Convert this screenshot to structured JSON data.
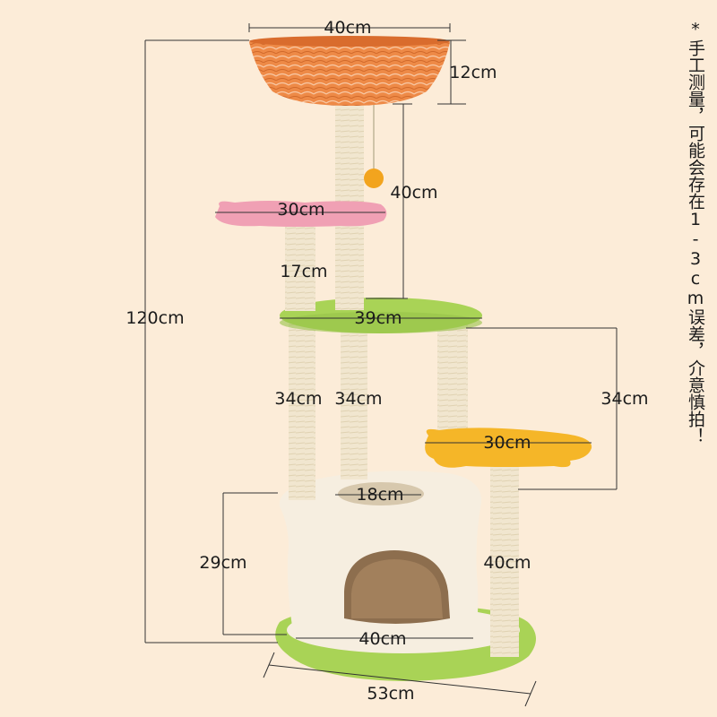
{
  "dimensions": {
    "basket_width": "40cm",
    "basket_height": "12cm",
    "top_post_height": "40cm",
    "pink_pad_width": "30cm",
    "pink_post_height": "17cm",
    "green_platform_width": "39cm",
    "left_post_height": "34cm",
    "center_post_height": "34cm",
    "right_section_height": "34cm",
    "yellow_pad_width": "30cm",
    "house_opening": "18cm",
    "house_height": "29cm",
    "yellow_post_height": "40cm",
    "house_width": "40cm",
    "base_width": "53cm",
    "total_height": "120cm"
  },
  "note": "*手工测量，可能会存在1-3cm误差，介意慎拍！",
  "colors": {
    "background": "#fcecd8",
    "basket": "#ee8a47",
    "pink_pad": "#f0a0b4",
    "green": "#a9d356",
    "yellow_pad": "#f5b628",
    "plush": "#f6eee0",
    "sisal": "#efe4cc"
  }
}
